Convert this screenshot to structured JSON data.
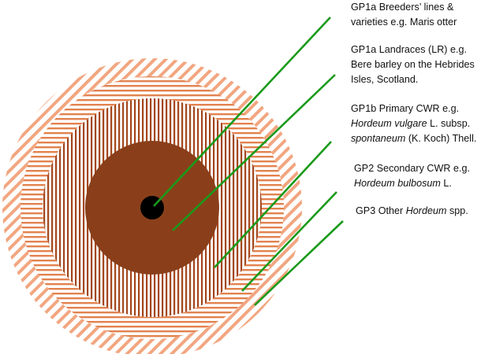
{
  "colors": {
    "gp3_hatch": "#f2a680",
    "gp2_hatch": "#e2824f",
    "gp1b_hatch": "#a3461c",
    "gp1a_landrace_fill": "#8a3f1a",
    "gp1a_breeder_fill": "#000000",
    "leader_line": "#1a9a1a",
    "text": "#111111"
  },
  "pools": [
    {
      "id": "gp1a-breeders",
      "lines": [
        [
          {
            "t": "GP1a Breeders’ lines &"
          }
        ],
        [
          {
            "t": "varieties e.g. Maris otter"
          }
        ]
      ]
    },
    {
      "id": "gp1a-landraces",
      "lines": [
        [
          {
            "t": "GP1a Landraces (LR) e.g."
          }
        ],
        [
          {
            "t": "Bere barley on the Hebrides"
          }
        ],
        [
          {
            "t": "Isles, Scotland."
          }
        ]
      ]
    },
    {
      "id": "gp1b-primary",
      "lines": [
        [
          {
            "t": "GP1b Primary CWR e.g."
          }
        ],
        [
          {
            "t": "Hordeum vulgare",
            "i": true
          },
          {
            "t": " L. subsp."
          }
        ],
        [
          {
            "t": "spontaneum",
            "i": true
          },
          {
            "t": " (K. Koch) Thell."
          }
        ]
      ]
    },
    {
      "id": "gp2-secondary",
      "lines": [
        [
          {
            "t": "GP2 Secondary CWR e.g."
          }
        ],
        [
          {
            "t": "Hordeum bulbosum",
            "i": true
          },
          {
            "t": " L."
          }
        ]
      ]
    },
    {
      "id": "gp3-other",
      "lines": [
        [
          {
            "t": "GP3 Other "
          },
          {
            "t": "Hordeum",
            "i": true
          },
          {
            "t": " spp."
          }
        ]
      ]
    }
  ]
}
